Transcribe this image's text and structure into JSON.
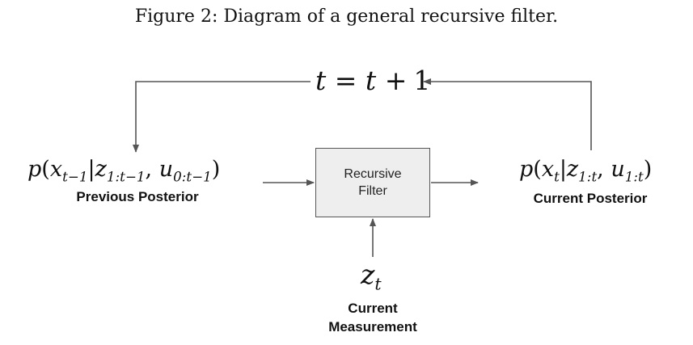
{
  "caption": "Figure 2: Diagram of a general recursive filter.",
  "update_rule": {
    "lhs": "t",
    "eq": "=",
    "rhs_t": "t",
    "plus": "+",
    "one": "1"
  },
  "previous_posterior": {
    "label": "Previous Posterior",
    "p": "p",
    "x": "x",
    "x_sub": "t−1",
    "z": "z",
    "z_sub": "1:t−1",
    "u": "u",
    "u_sub": "0:t−1"
  },
  "current_posterior": {
    "label": "Current Posterior",
    "p": "p",
    "x": "x",
    "x_sub": "t",
    "z": "z",
    "z_sub": "1:t",
    "u": "u",
    "u_sub": "1:t"
  },
  "filter_box": {
    "line1": "Recursive",
    "line2": "Filter"
  },
  "measurement": {
    "z": "z",
    "z_sub": "t",
    "label_line1": "Current",
    "label_line2": "Measurement"
  },
  "colors": {
    "arrow": "#555555",
    "box_fill": "#eeeeee",
    "box_border": "#555555"
  }
}
